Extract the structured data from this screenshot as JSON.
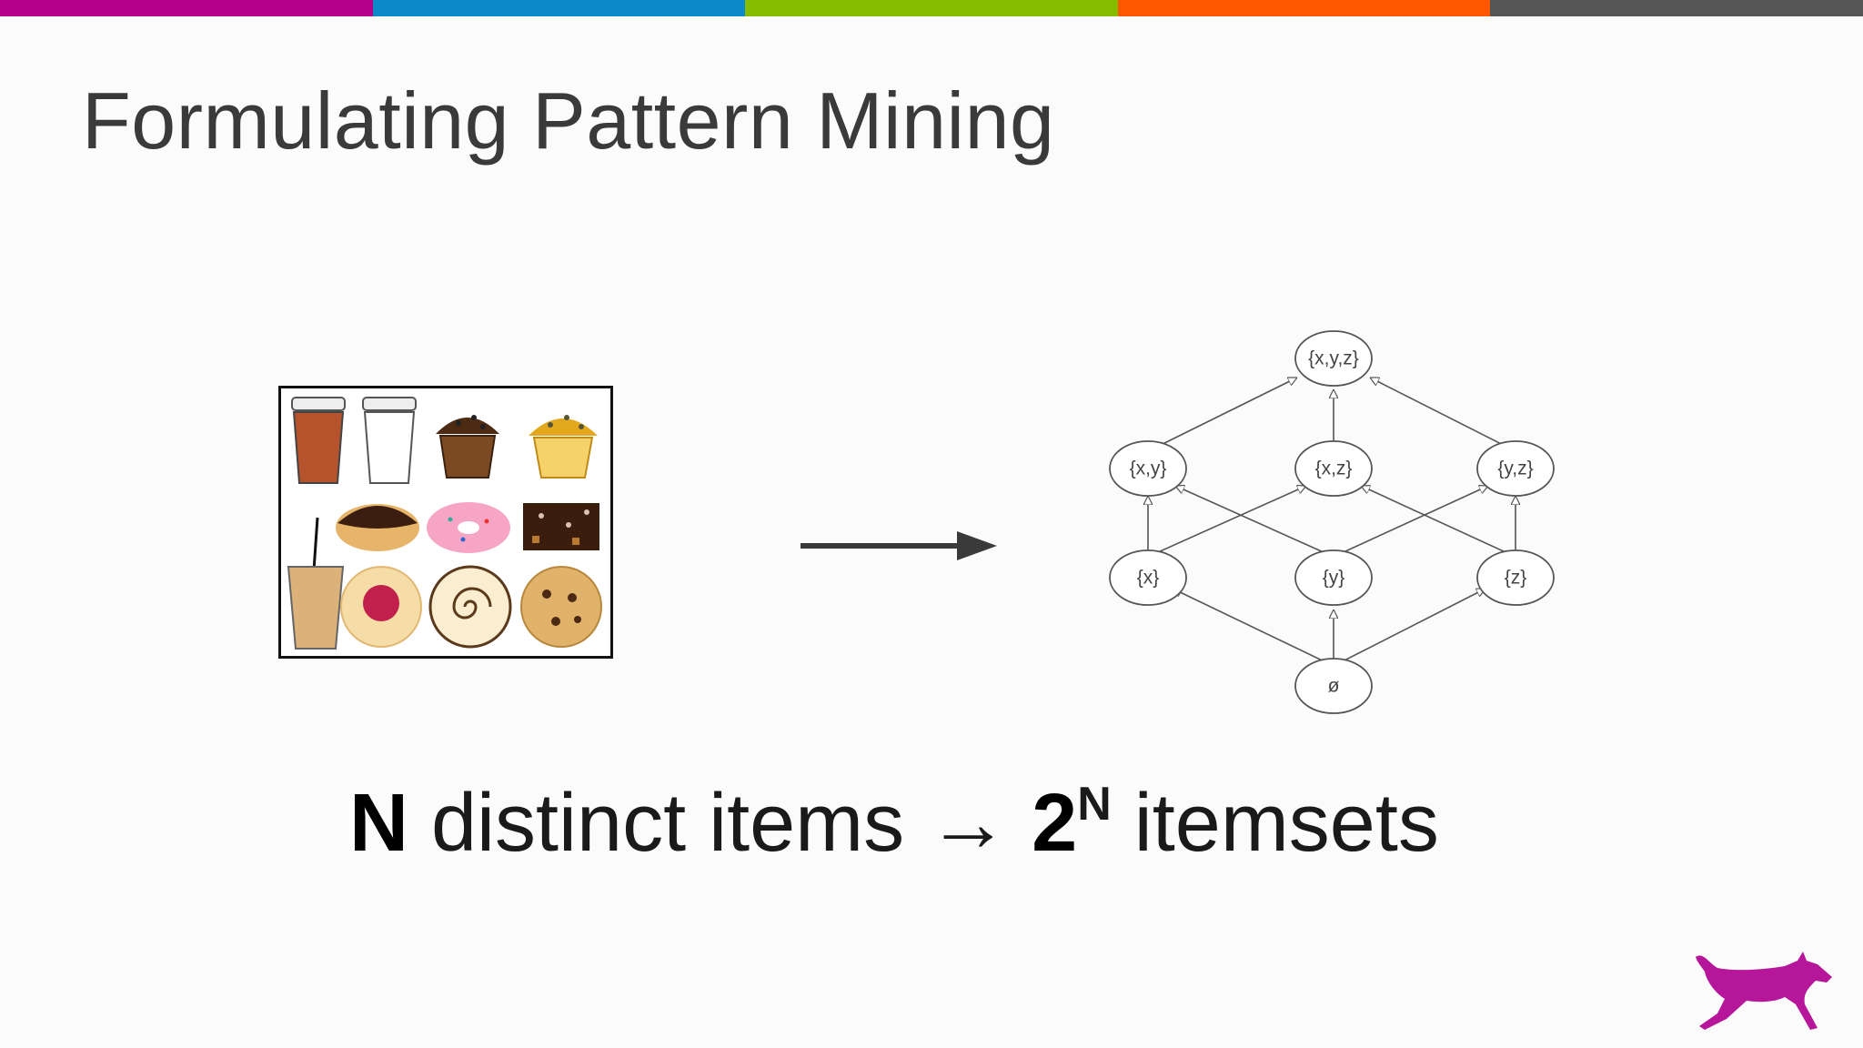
{
  "slide": {
    "title": "Formulating Pattern Mining",
    "topbar_colors": [
      "#b5008c",
      "#0b8ac9",
      "#84bd00",
      "#ff5800",
      "#555555"
    ]
  },
  "items_image": {
    "rows": [
      [
        "coffee-cup-icon",
        "paper-cup-icon",
        "chocolate-muffin-icon",
        "blueberry-muffin-icon"
      ],
      [
        "iced-coffee-icon",
        "chocolate-donut-icon",
        "sprinkle-donut-icon",
        "brownie-icon"
      ],
      [
        "iced-coffee-icon",
        "jelly-danish-icon",
        "cinnamon-roll-icon",
        "chocolate-chip-cookie-icon"
      ]
    ]
  },
  "lattice": {
    "nodes": {
      "top": "{x,y,z}",
      "xy": "{x,y}",
      "xz": "{x,z}",
      "yz": "{y,z}",
      "x": "{x}",
      "y": "{y}",
      "z": "{z}",
      "empty": "ø"
    }
  },
  "caption": {
    "n": "N",
    "middle": " distinct items → ",
    "two": "2",
    "exponent": "N",
    "end": " itemsets"
  },
  "logo": {
    "name": "dog-logo-icon",
    "color": "#b5169a"
  }
}
